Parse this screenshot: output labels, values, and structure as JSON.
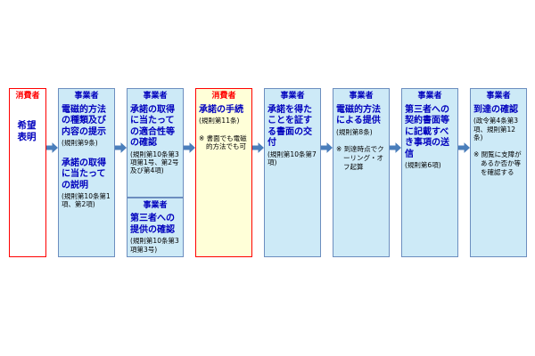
{
  "colors": {
    "box_bg_blue": "#cdeaf7",
    "box_bg_cream": "#ffffd8",
    "consumer_red": "#ff0000",
    "blue_text": "#0000bd",
    "arrow_blue": "#4a7ebb",
    "box_border_blue": "#6c8ebf"
  },
  "flow": {
    "step1": {
      "actor": "消費者",
      "title": "希望表明"
    },
    "step2": {
      "actor": "事業者",
      "block1_title": "電磁的方法の種類及び内容の提示",
      "block1_ref": "(規則第9条)",
      "block2_title": "承諾の取得に当たっての説明",
      "block2_ref": "(規則第10条第1項、第2項)"
    },
    "step3a": {
      "actor": "事業者",
      "title": "承諾の取得に当たっての適合性等の確認",
      "ref": "(規則第10条第3項第1号、第2号及び第4項)"
    },
    "step3b": {
      "actor": "事業者",
      "title": "第三者への提供の確認",
      "ref": "(規則第10条第3項第3号)"
    },
    "step4": {
      "actor": "消費者",
      "title": "承諾の手続",
      "ref": "(規則第11条)",
      "note": "※ 書面でも電磁的方法でも可"
    },
    "step5": {
      "actor": "事業者",
      "title": "承諾を得たことを証する書面の交付",
      "ref": "(規則第10条第7項)"
    },
    "step6": {
      "actor": "事業者",
      "title": "電磁的方法による提供",
      "ref": "(規則第8条)",
      "note": "※ 到達時点でクーリング・オフ起算"
    },
    "step7": {
      "actor": "事業者",
      "title": "第三者への契約書面等に記載すべき事項の送信",
      "ref": "(規則第6項)"
    },
    "step8": {
      "actor": "事業者",
      "title": "到達の確認",
      "ref": "(政令第4条第3項、規則第12条)",
      "note": "※ 閲覧に支障があるか否か等を確認する"
    }
  }
}
